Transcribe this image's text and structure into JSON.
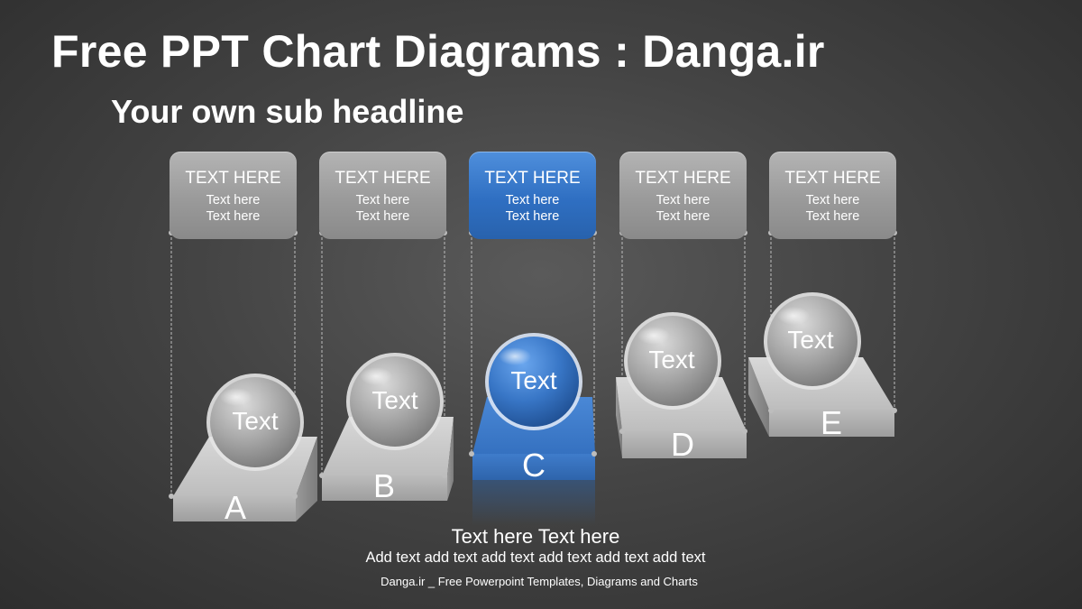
{
  "title": "Free PPT Chart Diagrams : Danga.ir",
  "subtitle": "Your own sub headline",
  "colors": {
    "highlight": "#3a78c9",
    "neutral": "#a8a8a8"
  },
  "steps": [
    {
      "letter": "A",
      "ball_label": "Text",
      "card_heading": "TEXT HERE",
      "card_lines": [
        "Text here",
        "Text here"
      ],
      "highlighted": false
    },
    {
      "letter": "B",
      "ball_label": "Text",
      "card_heading": "TEXT HERE",
      "card_lines": [
        "Text here",
        "Text here"
      ],
      "highlighted": false
    },
    {
      "letter": "C",
      "ball_label": "Text",
      "card_heading": "TEXT HERE",
      "card_lines": [
        "Text here",
        "Text here"
      ],
      "highlighted": true
    },
    {
      "letter": "D",
      "ball_label": "Text",
      "card_heading": "TEXT HERE",
      "card_lines": [
        "Text here",
        "Text here"
      ],
      "highlighted": false
    },
    {
      "letter": "E",
      "ball_label": "Text",
      "card_heading": "TEXT HERE",
      "card_lines": [
        "Text here",
        "Text here"
      ],
      "highlighted": false
    }
  ],
  "bottom": {
    "heading": "Text here Text here",
    "body": "Add text add text add text add text add text add text"
  },
  "footer": "Danga.ir _ Free Powerpoint Templates, Diagrams and Charts"
}
